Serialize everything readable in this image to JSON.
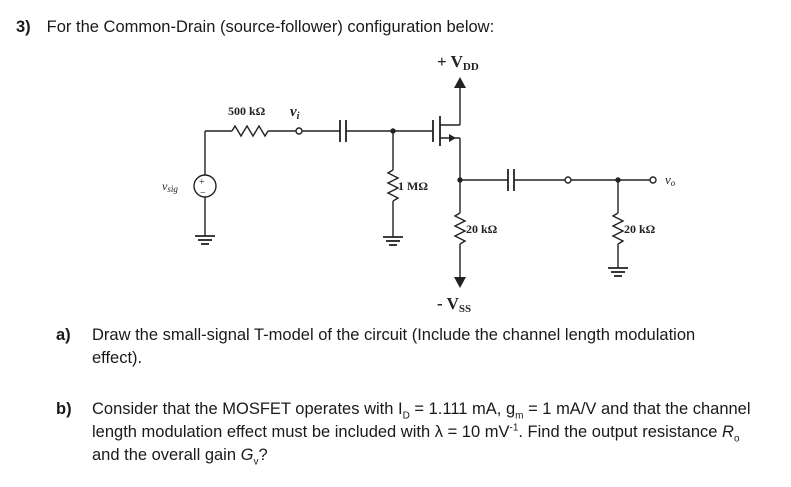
{
  "question": {
    "number": "3)",
    "title": "For the Common-Drain (source-follower) configuration below:"
  },
  "circuit": {
    "vdd": {
      "sign": "+ V",
      "sub": "DD"
    },
    "vss": {
      "sign": "- V",
      "sub": "SS"
    },
    "r_sig": "500 kΩ",
    "v_i": {
      "main": "v",
      "sub": "i"
    },
    "v_sig": {
      "main": "v",
      "sub": "sig"
    },
    "r_gate": "1 MΩ",
    "r_source": "20 kΩ",
    "r_load": "20 kΩ",
    "v_o": {
      "main": "v",
      "sub": "o"
    },
    "source_plus": "+",
    "source_minus": "−"
  },
  "part_a": {
    "label": "a)",
    "text_line1": "Draw the small-signal T-model of the circuit (Include the channel length modulation",
    "text_line2": "effect)."
  },
  "part_b": {
    "label": "b)",
    "t1": "Consider that the MOSFET operates with I",
    "t1_sub": "D",
    "t2": " = 1.111 mA, g",
    "t2_sub": "m",
    "t3": " = 1 mA/V and that the channel",
    "t4": "length modulation effect must be included with λ = 10 mV",
    "t4_sup": "-1",
    "t5": ". Find the output resistance ",
    "t5_it": "R",
    "t5_sub": "o",
    "t6": "and the overall gain ",
    "t6_it": "G",
    "t6_sub": "v",
    "t7": "?"
  }
}
